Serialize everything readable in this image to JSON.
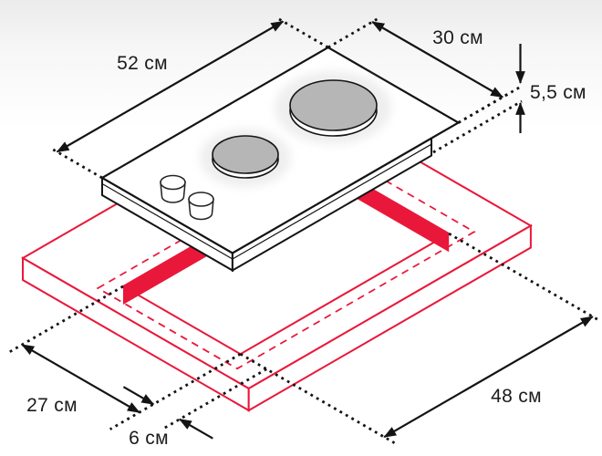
{
  "diagram": {
    "type": "hob-installation-dimensions",
    "unit": "см",
    "labels": {
      "hob_width": "52 см",
      "hob_depth": "30 см",
      "hob_height": "5,5 см",
      "cutout_depth": "27 см",
      "front_clearance": "6 см",
      "cutout_width": "48 см"
    },
    "values": {
      "hob_width_cm": 52,
      "hob_depth_cm": 30,
      "hob_height_cm": 5.5,
      "cutout_depth_cm": 27,
      "front_clearance_cm": 6,
      "cutout_width_cm": 48
    },
    "hob": {
      "burners": 2,
      "knobs": 2
    },
    "colors": {
      "cutout_red": "#e9183a",
      "line_black": "#141414",
      "burner_gray": "#b6b6b6",
      "text": "#1b1b1b"
    }
  }
}
